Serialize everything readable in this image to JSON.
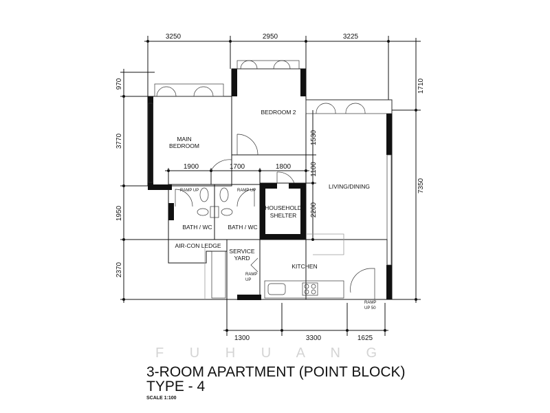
{
  "title": {
    "line1": "3-ROOM APARTMENT (POINT BLOCK)",
    "line2": "TYPE - 4",
    "scale": "SCALE 1:100"
  },
  "watermark": "F U   H U A N G",
  "rooms": {
    "main_bedroom_1": "MAIN",
    "main_bedroom_2": "BEDROOM",
    "bedroom2": "BEDROOM 2",
    "living": "LIVING/DINING",
    "bath1": "BATH / WC",
    "bath2": "BATH / WC",
    "shelter_1": "HOUSEHOLD",
    "shelter_2": "SHELTER",
    "aircon": "AIR-CON LEDGE",
    "service_1": "SERVICE",
    "service_2": "YARD",
    "kitchen": "KITCHEN"
  },
  "notes": {
    "ramp1": "RAMP UP",
    "ramp2": "RAMP UP",
    "ramp3_1": "RAMP",
    "ramp3_2": "UP",
    "ramp4_1": "RAMP",
    "ramp4_2": "UP 50"
  },
  "dimensions": {
    "top": [
      "3250",
      "2950",
      "3225"
    ],
    "left": [
      "970",
      "3770",
      "1950",
      "2370"
    ],
    "right": [
      "1710",
      "7350"
    ],
    "inner_vertical": [
      "1530",
      "1100",
      "2200"
    ],
    "inner_horizontal": [
      "1900",
      "1700",
      "1800"
    ],
    "bottom": [
      "1300",
      "3300",
      "1625"
    ]
  }
}
